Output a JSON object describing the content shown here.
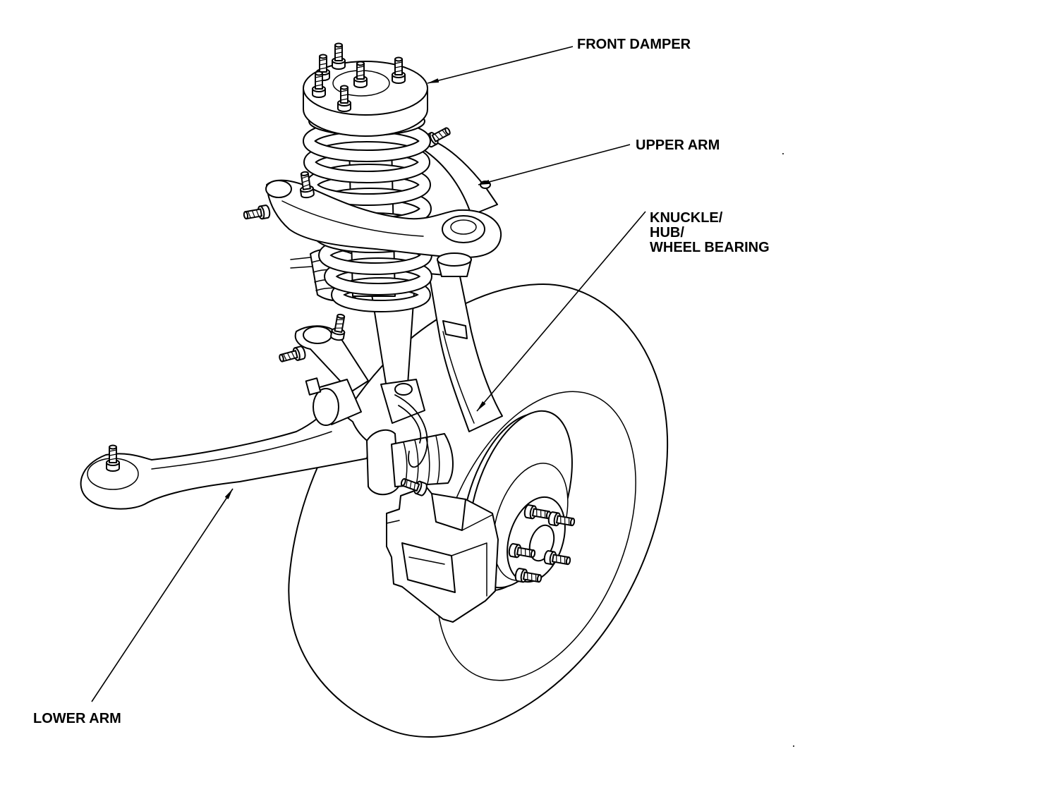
{
  "labels": {
    "front_damper": "FRONT DAMPER",
    "upper_arm": "UPPER ARM",
    "knuckle_hub_bearing": [
      "KNUCKLE/",
      "HUB/",
      "WHEEL BEARING"
    ],
    "lower_arm": "LOWER ARM"
  },
  "colors": {
    "line": "#000000",
    "background": "#ffffff"
  }
}
